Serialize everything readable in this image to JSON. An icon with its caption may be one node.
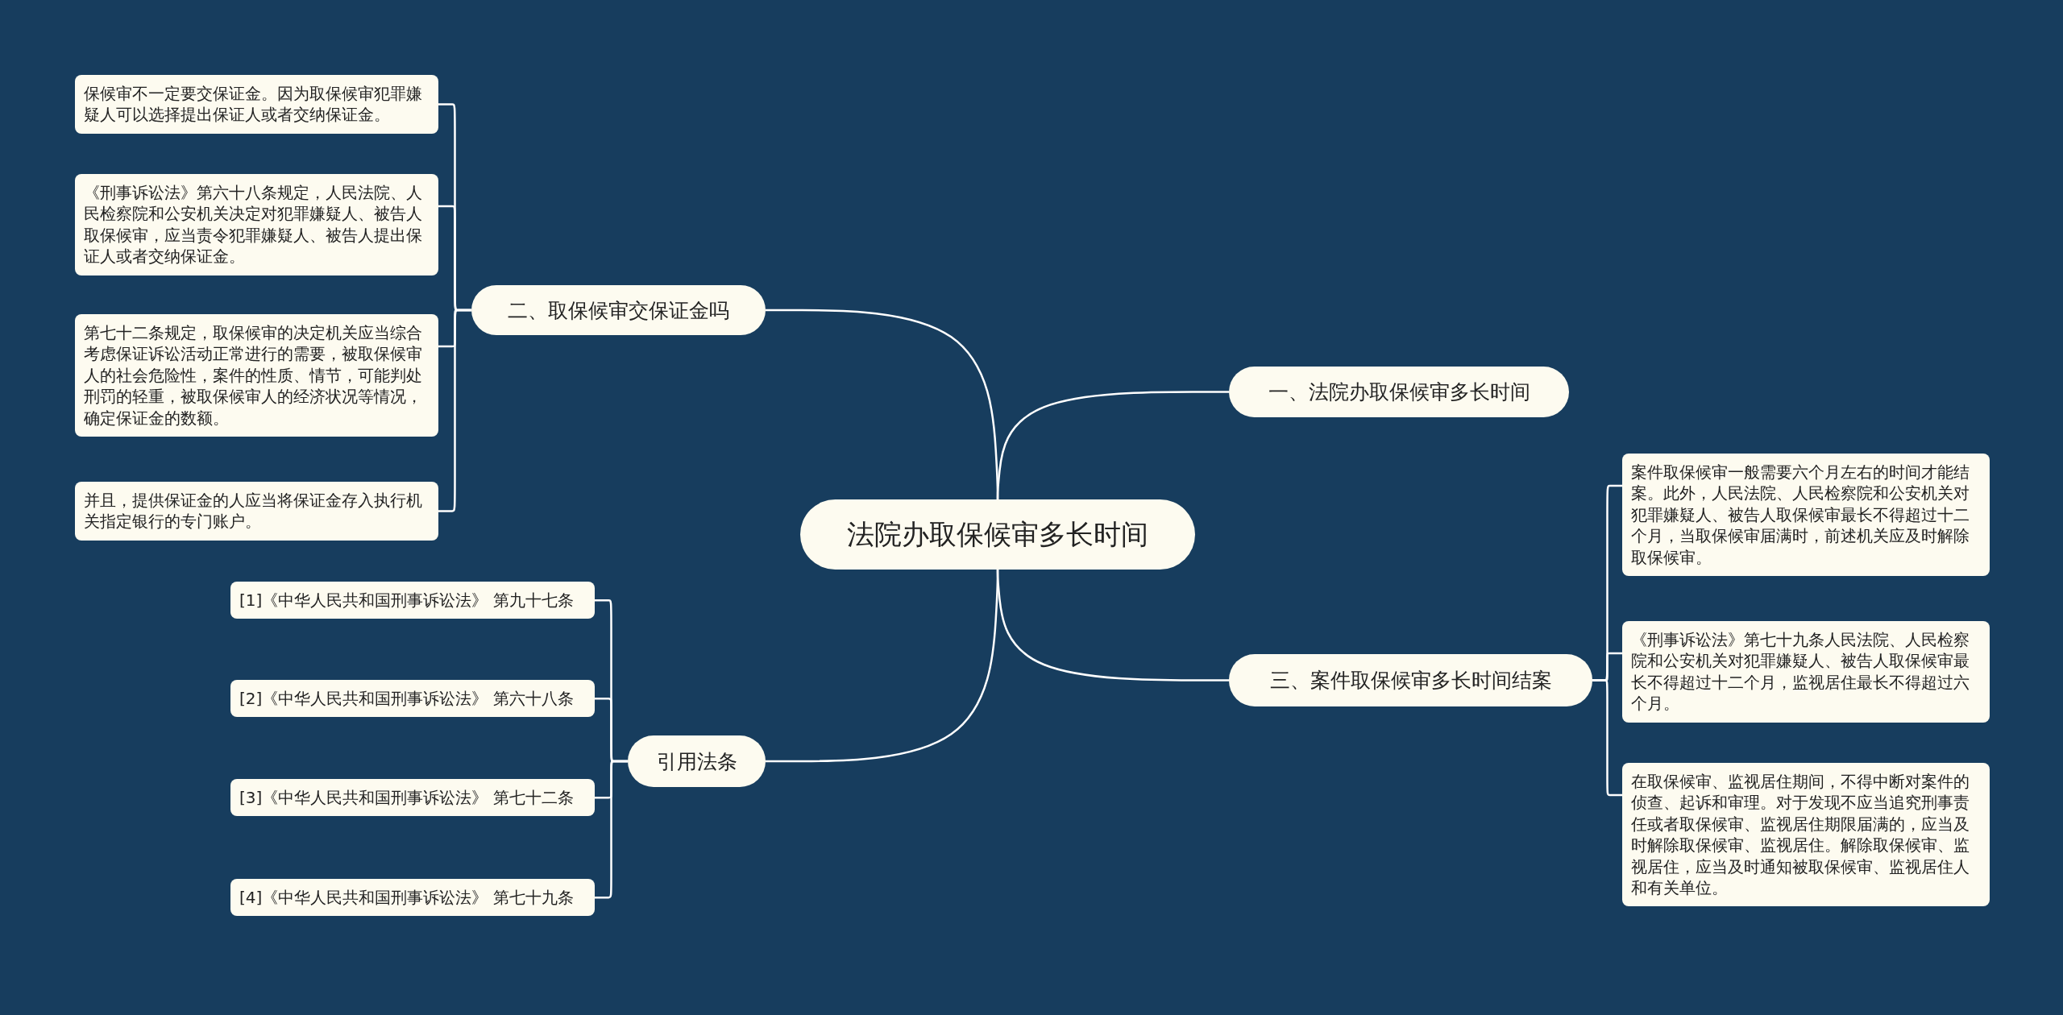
{
  "diagram": {
    "nodes": [
      {
        "text": [
          "法院办取保候审多长时间"
        ]
      },
      {
        "text": [
          "二、取保候审交保证金吗"
        ]
      },
      {
        "text": [
          "保候审不一定要交保证金。因为取保候审犯罪嫌疑人可以选择提出保证人或者交纳保证金。"
        ]
      },
      {
        "text": [
          "《刑事诉讼法》第六十八条规定，人民法院、人民检察院和公安机关决定对犯罪嫌疑人、被告人取保候审，应当责令犯罪嫌疑人、被告人提出保证人或者交纳保证金。"
        ]
      },
      {
        "text": [
          "第七十二条规定，取保候审的决定机关应当综合考虑保证诉讼活动正常进行的需要，被取保候审人的社会危险性，案件的性质、情节，可能判处刑罚的轻重，被取保候审人的经济状况等情况，确定保证金的数额。"
        ]
      },
      {
        "text": [
          "并且，提供保证金的人应当将保证金存入执行机关指定银行的专门账户。"
        ]
      },
      {
        "text": [
          "一、法院办取保候审多长时间"
        ]
      },
      {
        "text": [
          "三、案件取保候审多长时间结案"
        ]
      },
      {
        "text": [
          "案件取保候审一般需要六个月左右的时间才能结案。此外，人民法院、人民检察院和公安机关对犯罪嫌疑人、被告人取保候审最长不得超过十二个月，当取保候审届满时，前述机关应及时解除取保候审。"
        ]
      },
      {
        "text": [
          "《刑事诉讼法》第七十九条人民法院、人民检察院和公安机关对犯罪嫌疑人、被告人取保候审最长不得超过十二个月，监视居住最长不得超过六个月。"
        ]
      },
      {
        "text": [
          "在取保候审、监视居住期间，不得中断对案件的侦查、起诉和审理。对于发现不应当追究刑事责任或者取保候审、监视居住期限届满的，应当及时解除取保候审、监视居住。解除取保候审、监视居住，应当及时通知被取保候审、监视居住人和有关单位。"
        ]
      },
      {
        "text": [
          "引用法条"
        ]
      },
      {
        "text": [
          "[1]《中华人民共和国刑事诉讼法》 第九十七条"
        ]
      },
      {
        "text": [
          "[2]《中华人民共和国刑事诉讼法》 第六十八条"
        ]
      },
      {
        "text": [
          "[3]《中华人民共和国刑事诉讼法》 第七十二条"
        ]
      },
      {
        "text": [
          "[4]《中华人民共和国刑事诉讼法》 第七十九条"
        ]
      }
    ],
    "edges": [
      {
        "from": 0,
        "to": 1,
        "arrow": "none"
      },
      {
        "from": 1,
        "to": 2,
        "arrow": "none"
      },
      {
        "from": 1,
        "to": 3,
        "arrow": "none"
      },
      {
        "from": 1,
        "to": 4,
        "arrow": "none"
      },
      {
        "from": 1,
        "to": 5,
        "arrow": "none"
      },
      {
        "from": 0,
        "to": 6,
        "arrow": "none"
      },
      {
        "from": 0,
        "to": 7,
        "arrow": "none"
      },
      {
        "from": 7,
        "to": 8,
        "arrow": "none"
      },
      {
        "from": 7,
        "to": 9,
        "arrow": "none"
      },
      {
        "from": 7,
        "to": 10,
        "arrow": "none"
      },
      {
        "from": 0,
        "to": 11,
        "arrow": "none"
      },
      {
        "from": 11,
        "to": 12,
        "arrow": "none"
      },
      {
        "from": 11,
        "to": 13,
        "arrow": "none"
      },
      {
        "from": 11,
        "to": 14,
        "arrow": "none"
      },
      {
        "from": 11,
        "to": 15,
        "arrow": "none"
      }
    ]
  }
}
